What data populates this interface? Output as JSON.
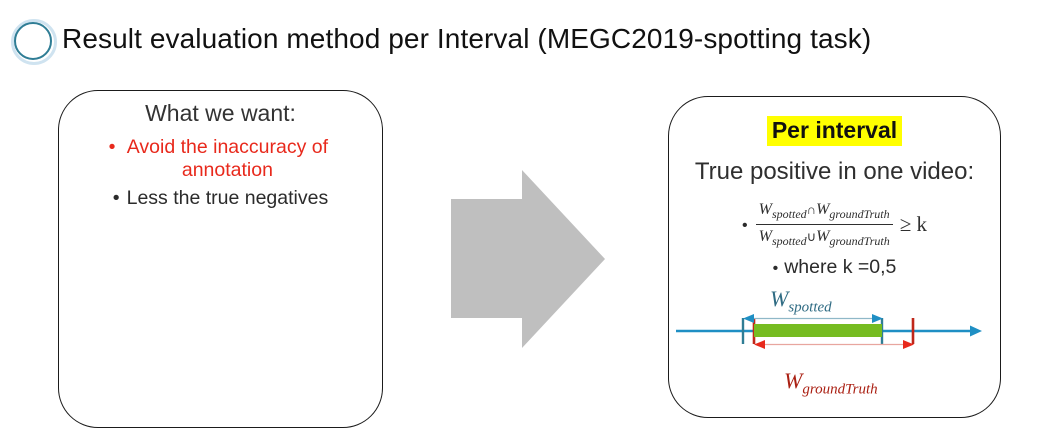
{
  "slide": {
    "title": "Result evaluation method per Interval (MEGC2019-spotting task)",
    "bullet_icon": "circle-outline-icon"
  },
  "left_box": {
    "heading": "What we want:",
    "bullets": [
      {
        "text": "Avoid the inaccuracy of annotation",
        "color": "#e8291c",
        "marker": "•"
      },
      {
        "text": "Less the true negatives",
        "color": "#2b2b2b",
        "marker": "•"
      }
    ]
  },
  "flow_arrow": {
    "icon": "right-block-arrow-icon",
    "color": "#bfbfbf",
    "direction": "right"
  },
  "right_box": {
    "highlight_label": "Per interval",
    "highlight_color": "#ffff00",
    "subheading": "True positive in one video:",
    "formula": {
      "marker": "•",
      "numerator_left": "W",
      "numerator_left_sub": "spotted",
      "numerator_op": "∩",
      "numerator_right": "W",
      "numerator_right_sub": "groundTruth",
      "denominator_left": "W",
      "denominator_left_sub": "spotted",
      "denominator_op": "∪",
      "denominator_right": "W",
      "denominator_right_sub": "groundTruth",
      "relation": "≥ k"
    },
    "condition": {
      "marker": "•",
      "text": "where k =0,5"
    },
    "diagram": {
      "spotted_label": "W",
      "spotted_label_sub": "spotted",
      "spotted_color": "#2f6b83",
      "ground_label": "W",
      "ground_label_sub": "groundTruth",
      "ground_color": "#aa1f12",
      "axis_color": "#1f8fc4",
      "overlap_bar_color": "#76bc21"
    }
  }
}
